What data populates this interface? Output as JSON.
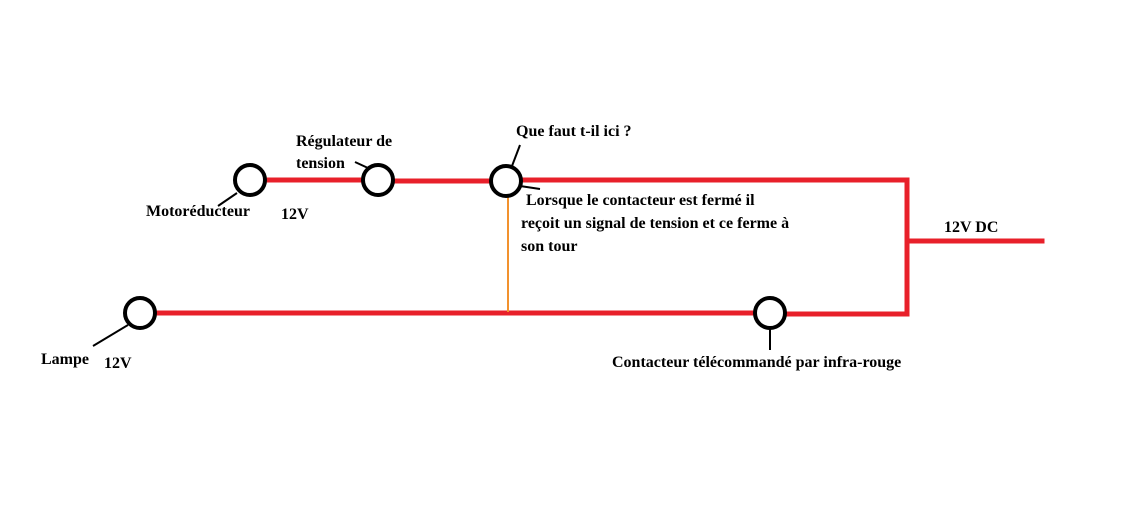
{
  "colors": {
    "wire": "#e8202a",
    "signal": "#f2922e",
    "node_outline": "#000000",
    "text": "#000000",
    "background": "#ffffff"
  },
  "labels": {
    "motor": "Motoréducteur",
    "motor_voltage": "12V",
    "regulator_line1": "Régulateur de",
    "regulator_line2": "tension",
    "question": "Que faut t-il ici ?",
    "explanation_line1": "Lorsque le contacteur est fermé il",
    "explanation_line2": "reçoit un signal de tension et ce ferme à",
    "explanation_line3": "son tour",
    "supply": "12V DC",
    "lamp": "Lampe",
    "lamp_voltage": "12V",
    "ir_contactor": "Contacteur télécommandé par infra-rouge"
  }
}
